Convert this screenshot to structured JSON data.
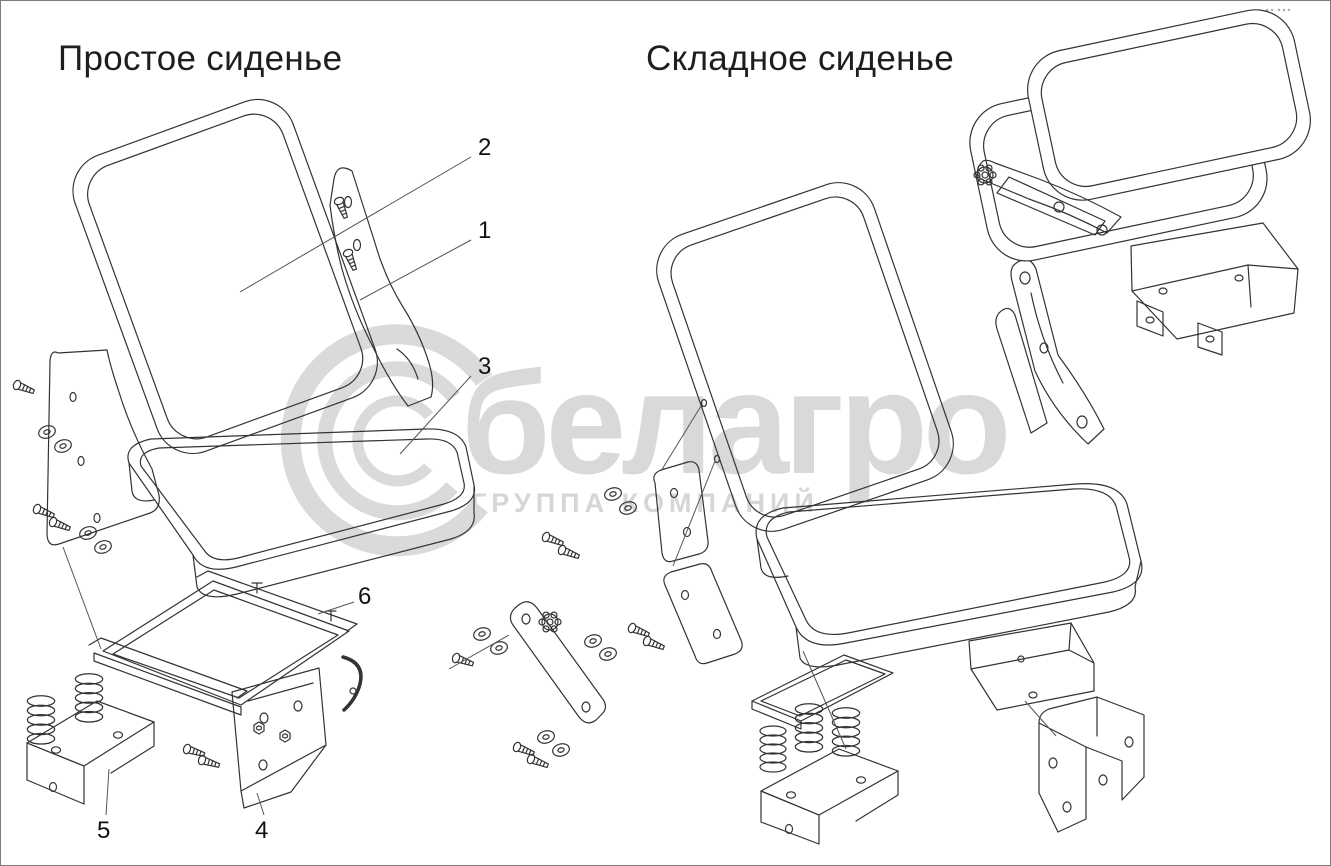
{
  "canvas": {
    "background": "#ffffff",
    "line_color": "#333333"
  },
  "titles": {
    "simple_seat": "Простое сиденье",
    "folding_seat": "Складное сиденье"
  },
  "watermark": {
    "logo_text": "белагро",
    "subtitle": "ГРУППА КОМПАНИЙ",
    "color": "#d9d9d9",
    "logo_icon": "swirl-globe-icon"
  },
  "callouts": {
    "n1": {
      "label": "1"
    },
    "n2": {
      "label": "2"
    },
    "n3": {
      "label": "3"
    },
    "n4": {
      "label": "4"
    },
    "n5": {
      "label": "5"
    },
    "n6": {
      "label": "6"
    }
  }
}
